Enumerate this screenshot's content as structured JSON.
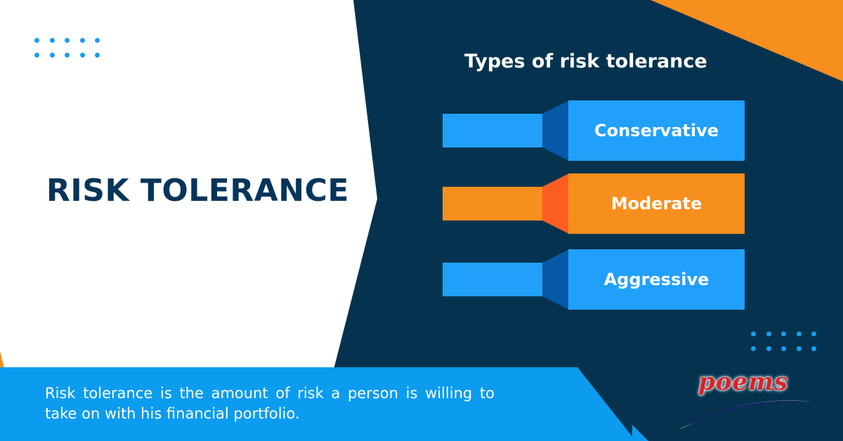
{
  "colors": {
    "navy": "#06355a",
    "dark_bg": "#05334f",
    "orange": "#f78f1e",
    "orange_dark": "#fc5e22",
    "blue": "#21a0fb",
    "blue_dark": "#0559a6",
    "banner_blue": "#0b9cef",
    "dot_blue": "#1a9cf0",
    "white": "#ffffff",
    "logo_red": "#d8232a"
  },
  "main": {
    "title": "RISK TOLERANCE"
  },
  "panel": {
    "title": "Types of risk tolerance",
    "types": [
      {
        "label": "Conservative",
        "color": "blue"
      },
      {
        "label": "Moderate",
        "color": "orange"
      },
      {
        "label": "Aggressive",
        "color": "blue"
      }
    ]
  },
  "banner": {
    "description": "Risk tolerance is the amount of risk a person is willing to take on with his financial portfolio."
  },
  "brand": {
    "logo_text": "poems"
  },
  "decorations": {
    "dot_grid_top_left": {
      "rows": 2,
      "cols": 5
    },
    "dot_grid_bottom_right": {
      "rows": 2,
      "cols": 5
    }
  }
}
